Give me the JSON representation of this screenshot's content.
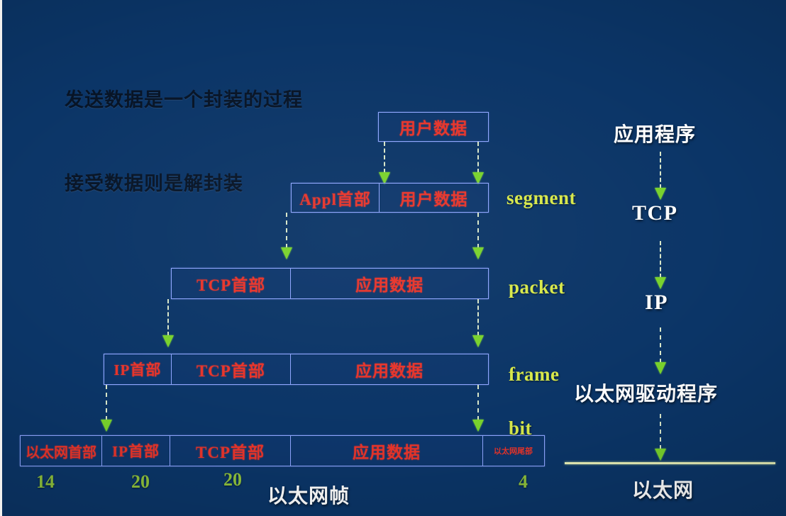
{
  "slide": {
    "background_color": "#0b3567",
    "heading_lines": [
      "发送数据是一个封装的过程",
      "接受数据则是解封装"
    ]
  },
  "encapsulation": {
    "rows": [
      {
        "name": "user-data",
        "cells": [
          {
            "label": "用户数据",
            "size": ""
          }
        ]
      },
      {
        "name": "appl-segment",
        "pdu": "segment",
        "cells": [
          {
            "label": "Appl首部",
            "size": ""
          },
          {
            "label": "用户数据",
            "size": ""
          }
        ]
      },
      {
        "name": "tcp-packet",
        "pdu": "packet",
        "cells": [
          {
            "label": "TCP首部",
            "size": ""
          },
          {
            "label": "应用数据",
            "size": ""
          }
        ]
      },
      {
        "name": "ip-frame",
        "pdu": "frame",
        "cells": [
          {
            "label": "IP首部",
            "size": ""
          },
          {
            "label": "TCP首部",
            "size": ""
          },
          {
            "label": "应用数据",
            "size": ""
          }
        ]
      },
      {
        "name": "ethernet-bit",
        "pdu": "bit",
        "cells": [
          {
            "label": "以太网首部",
            "size": "14"
          },
          {
            "label": "IP首部",
            "size": "20"
          },
          {
            "label": "TCP首部",
            "size": "20"
          },
          {
            "label": "应用数据",
            "size": ""
          },
          {
            "label": "以太网尾部",
            "size": "4"
          }
        ]
      }
    ],
    "pdu_labels": [
      "segment",
      "packet",
      "frame",
      "bit"
    ],
    "byte_counts": [
      "14",
      "20",
      "20",
      "4"
    ],
    "frame_caption": "以太网帧"
  },
  "stack": {
    "layers": [
      "应用程序",
      "TCP",
      "IP",
      "以太网驱动程序",
      "以太网"
    ]
  },
  "colors": {
    "background": "#0b3567",
    "box_border": "#8fa6ff",
    "cell_text": "#e8342a",
    "pdu_label": "#d7e84a",
    "arrow_head": "#79d22c",
    "arrow_stem": "#d8e6c8",
    "stack_text": "#ffffff",
    "byte_text": "#8ec03c",
    "heading_text": "#071426"
  }
}
